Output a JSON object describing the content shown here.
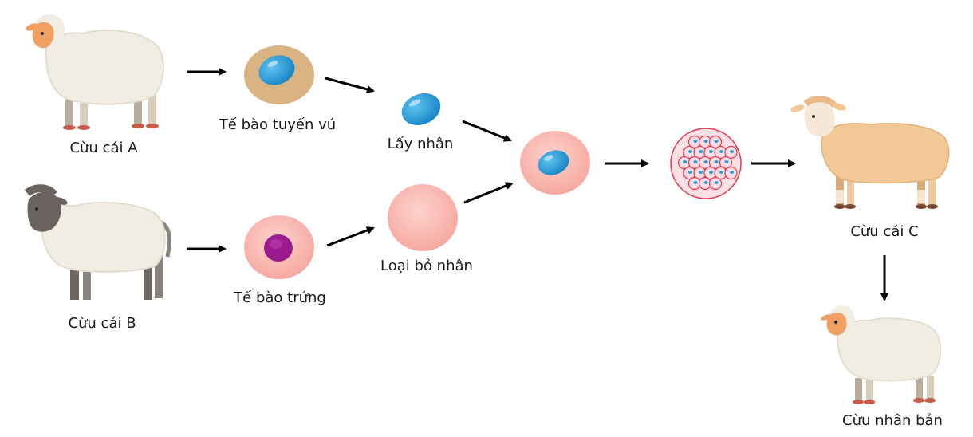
{
  "labels": {
    "sheep_a": "Cừu cái A",
    "sheep_b": "Cừu cái B",
    "mammary_cell": "Tế bào tuyến vú",
    "egg_cell": "Tế bào trứng",
    "take_nucleus": "Lấy nhân",
    "remove_nucleus": "Loại bỏ nhân",
    "sheep_c": "Cừu cái C",
    "clone_sheep": "Cừu nhân bản"
  },
  "icons": {
    "sheep_a": "white-sheep-orange-face-icon",
    "sheep_b": "white-sheep-grey-face-icon",
    "sheep_c": "tan-sheep-icon",
    "clone_sheep": "white-sheep-orange-face-icon",
    "mammary_cell": "cell-with-nucleus-icon",
    "egg_cell": "egg-cell-icon",
    "nucleus": "nucleus-icon",
    "enucleated_egg": "enucleated-egg-icon",
    "fused_cell": "fused-cell-icon",
    "embryo": "embryo-cluster-icon"
  },
  "colors": {
    "nucleus": "#2a9fd8",
    "mammary_cytoplasm": "#d9b382",
    "egg_cytoplasm": "#f8b5ad",
    "egg_nucleus": "#9b1b8e",
    "wool": "#f1ede3",
    "tan_wool": "#f1c896",
    "arrow": "#000000"
  }
}
